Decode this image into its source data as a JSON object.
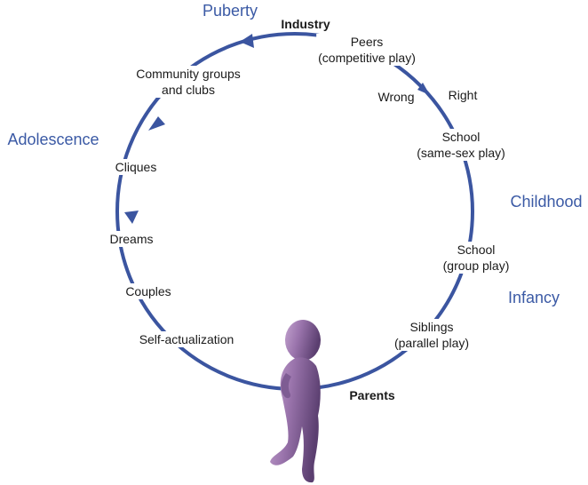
{
  "colors": {
    "circle": "#3b55a0",
    "stage_text": "#3b5aa5",
    "label_text": "#1a1a1a",
    "child_light": "#a17fb0",
    "child_dark": "#5b3f70"
  },
  "stages": {
    "puberty": "Puberty",
    "adolescence": "Adolescence",
    "childhood": "Childhood",
    "infancy": "Infancy"
  },
  "labels": {
    "industry": "Industry",
    "peers": [
      "Peers",
      "(competitive play)"
    ],
    "wrong": "Wrong",
    "right": "Right",
    "school_same_sex": [
      "School",
      "(same-sex play)"
    ],
    "school_group": [
      "School",
      "(group play)"
    ],
    "siblings": [
      "Siblings",
      "(parallel play)"
    ],
    "parents": "Parents",
    "community": [
      "Community groups",
      "and clubs"
    ],
    "cliques": "Cliques",
    "dreams": "Dreams",
    "couples": "Couples",
    "self_actualization": "Self-actualization"
  },
  "icons": {
    "child": "child-silhouette-icon"
  }
}
